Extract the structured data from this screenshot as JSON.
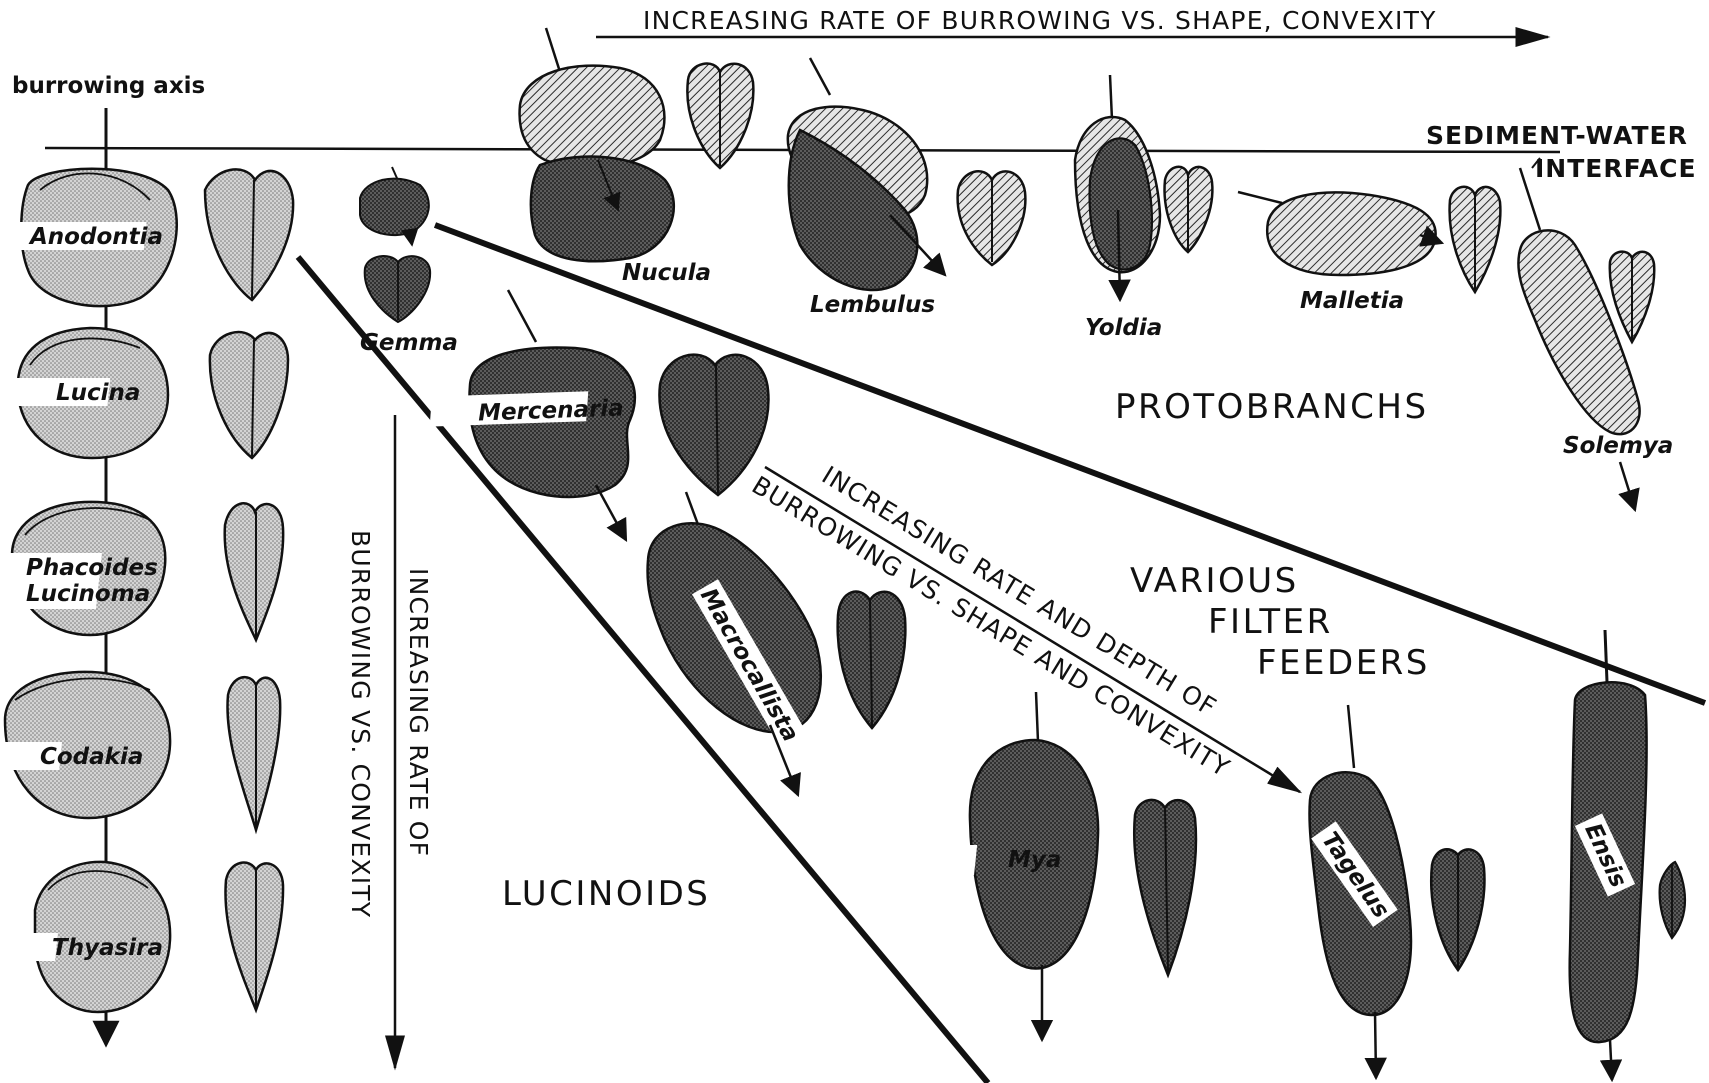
{
  "top_arrow_label": "INCREASING RATE OF BURROWING VS. SHAPE, CONVEXITY",
  "burrowing_axis_label": "burrowing axis",
  "interface_label": [
    "SEDIMENT-WATER",
    "INTERFACE"
  ],
  "vertical_arrow_label": [
    "INCREASING RATE OF",
    "BURROWING VS. CONVEXITY"
  ],
  "diagonal_arrow_label": [
    "INCREASING RATE AND DEPTH OF",
    "BURROWING VS. SHAPE AND CONVEXITY"
  ],
  "groups": {
    "protobranchs": "PROTOBRANCHS",
    "filter_feeders": [
      "VARIOUS",
      "FILTER",
      "FEEDERS"
    ],
    "lucinoids": "LUCINOIDS"
  },
  "taxa": {
    "anodontia": "Anodontia",
    "lucina": "Lucina",
    "phacoides_lucinoma": [
      "Phacoides",
      "Lucinoma"
    ],
    "codakia": "Codakia",
    "thyasira": "Thyasira",
    "gemma": "Gemma",
    "nucula": "Nucula",
    "lembulus": "Lembulus",
    "yoldia": "Yoldia",
    "malletia": "Malletia",
    "solemya": "Solemya",
    "mercenaria": "Mercenaria",
    "macrocallista": "Macrocallista",
    "mya": "Mya",
    "tagelus": "Tagelus",
    "ensis": "Ensis"
  },
  "colors": {
    "ink": "#111111",
    "light_stipple": "#cfcfcf",
    "dark_stipple": "#555555",
    "hatch": "#2a2a2a"
  }
}
